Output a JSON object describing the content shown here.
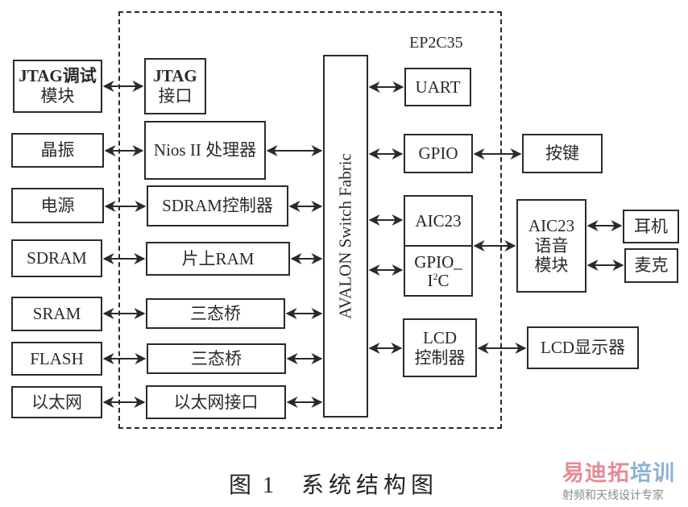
{
  "fpga": {
    "label": "EP2C35"
  },
  "bus": {
    "label": "AVALON Switch Fabric"
  },
  "external_left": [
    {
      "id": "jtag-debug",
      "lines": [
        "JTAG调试",
        "模块"
      ],
      "bold": true
    },
    {
      "id": "crystal",
      "lines": [
        "晶振"
      ]
    },
    {
      "id": "power",
      "lines": [
        "电源"
      ]
    },
    {
      "id": "sdram",
      "lines": [
        "SDRAM"
      ]
    },
    {
      "id": "sram",
      "lines": [
        "SRAM"
      ]
    },
    {
      "id": "flash",
      "lines": [
        "FLASH"
      ]
    },
    {
      "id": "ethernet",
      "lines": [
        "以太网"
      ]
    }
  ],
  "internal_left": [
    {
      "id": "jtag-interface",
      "lines": [
        "JTAG",
        "接口"
      ]
    },
    {
      "id": "nios-cpu",
      "lines": [
        "Nios II 处理器"
      ]
    },
    {
      "id": "sdram-controller",
      "lines": [
        "SDRAM控制器"
      ]
    },
    {
      "id": "onchip-ram",
      "lines": [
        "片上RAM"
      ]
    },
    {
      "id": "tristate-bridge-sram",
      "lines": [
        "三态桥"
      ]
    },
    {
      "id": "tristate-bridge-flash",
      "lines": [
        "三态桥"
      ]
    },
    {
      "id": "ethernet-interface",
      "lines": [
        "以太网接口"
      ]
    }
  ],
  "internal_right": {
    "uart": "UART",
    "gpio": "GPIO",
    "aic23": "AIC23",
    "gpio_i2c_line1": "GPIO_",
    "gpio_i2c_line2_base": "I",
    "gpio_i2c_line2_sup": "2",
    "gpio_i2c_line2_tail": "C",
    "lcd_controller": [
      "LCD",
      "控制器"
    ]
  },
  "external_right": {
    "keys": "按键",
    "aic23_module": [
      "AIC23",
      "语音",
      "模块"
    ],
    "headphone": "耳机",
    "microphone": "麦克",
    "lcd_display": "LCD显示器"
  },
  "caption": {
    "prefix": "图",
    "number": "1",
    "title": "系统结构图"
  },
  "watermark": {
    "brand_part1": "易迪拓",
    "brand_part2": "培训",
    "tagline": "射频和天线设计专家",
    "color_part1": "#e88a93",
    "color_part2": "#8fb1d6"
  }
}
